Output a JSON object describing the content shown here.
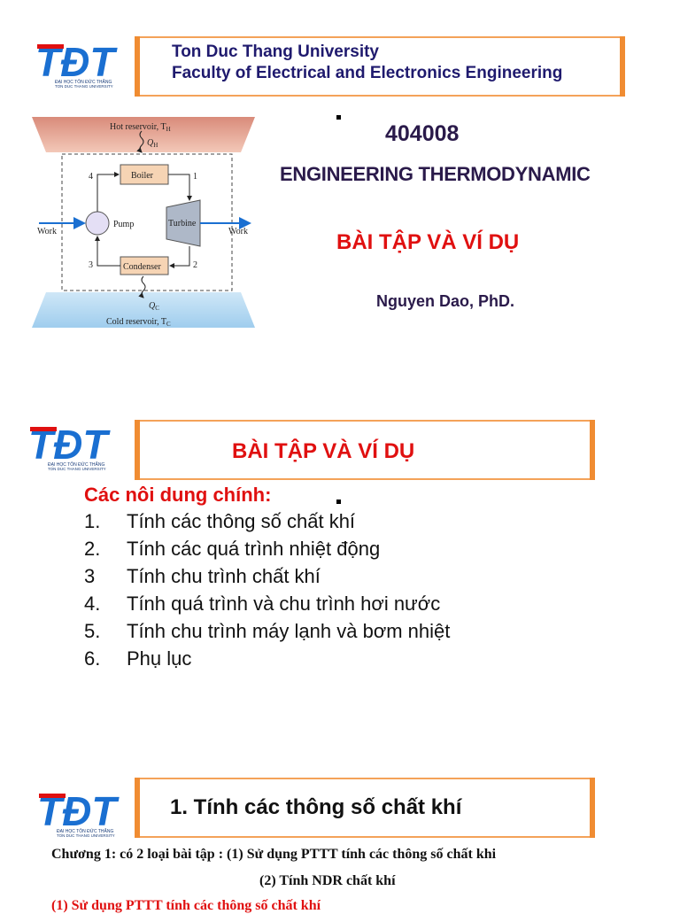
{
  "colors": {
    "navy": "#1f1a6e",
    "red": "#e01010",
    "orange": "#f08c32",
    "logo_blue": "#1a6fd1"
  },
  "logo": {
    "mark": "TĐT",
    "caption_line1": "ĐẠI HỌC TÔN ĐỨC THẮNG",
    "caption_line2": "TON DUC THANG UNIVERSITY"
  },
  "slide1": {
    "university": "Ton Duc Thang University",
    "faculty": "Faculty of Electrical and Electronics Engineering",
    "course_code": "404008",
    "course_name": "ENGINEERING THERMODYNAMIC",
    "subtitle": "BÀI TẬP VÀ VÍ DỤ",
    "author": "Nguyen Dao, PhD.",
    "diagram": {
      "hot_reservoir": "Hot reservoir, T",
      "hot_sub": "H",
      "q_h": "Q",
      "q_h_sub": "H",
      "boiler": "Boiler",
      "pump": "Pump",
      "turbine": "Turbine",
      "condenser": "Condenser",
      "work_in": "Work",
      "work_out": "Work",
      "q_c": "Q",
      "q_c_sub": "C",
      "cold_reservoir": "Cold reservoir, T",
      "cold_sub": "C",
      "state1": "1",
      "state2": "2",
      "state3": "3",
      "state4": "4"
    }
  },
  "slide2": {
    "title": "BÀI TẬP VÀ VÍ DỤ",
    "heading": "Các nôi dung chính:",
    "items": [
      {
        "num": "1.",
        "text": "Tính các thông số chất khí"
      },
      {
        "num": "2.",
        "text": "Tính các quá trình nhiệt động"
      },
      {
        "num": "3",
        "text": "Tính chu trình chất khí"
      },
      {
        "num": "4.",
        "text": "Tính quá trình và chu trình hơi nước"
      },
      {
        "num": "5.",
        "text": "Tính chu trình máy lạnh và bơm nhiệt"
      },
      {
        "num": "6.",
        "text": "Phụ lục"
      }
    ]
  },
  "slide3": {
    "title": "1. Tính các thông số chất khí",
    "line1": "Chương 1: có 2 loại bài tập : (1) Sử dụng PTTT tính các thông số chất khi",
    "line2": "(2) Tính NDR chất khí",
    "line3": "(1) Sử dụng PTTT tính các thông số chất khí"
  }
}
